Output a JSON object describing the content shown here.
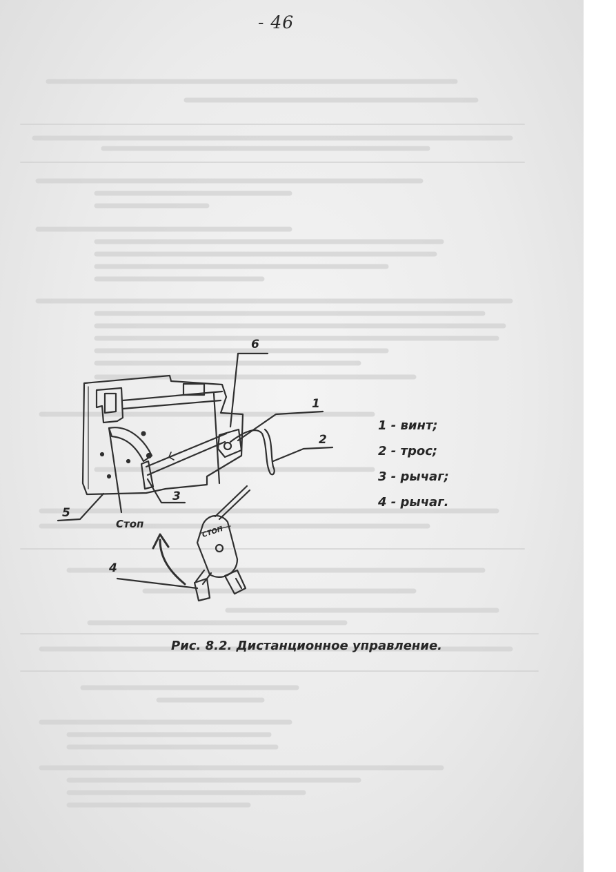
{
  "page_number": "- 46",
  "figure": {
    "caption": "Рис. 8.2. Дистанционное управление.",
    "callouts": {
      "c1": "1",
      "c2": "2",
      "c3": "3",
      "c4": "4",
      "c5": "5",
      "c6": "6",
      "stop_label": "Стоп",
      "handle_label": "СТОП"
    },
    "legend": [
      "1 - винт;",
      "2 - трос;",
      "3 - рычаг;",
      "4 - рычаг."
    ]
  }
}
